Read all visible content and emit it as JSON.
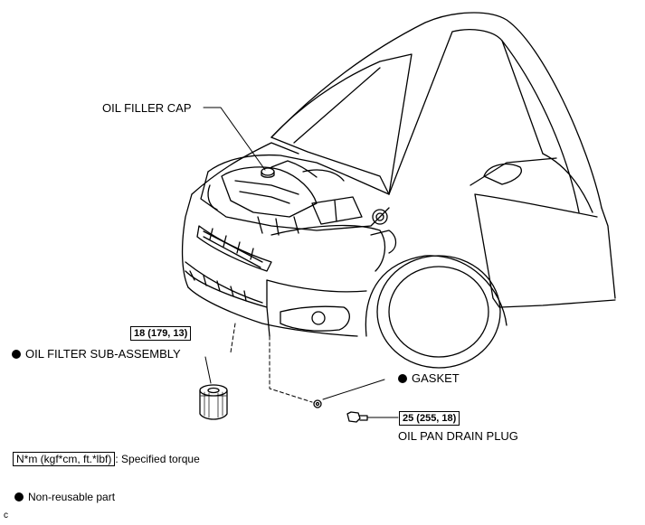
{
  "labels": {
    "oil_filler_cap": "OIL FILLER CAP",
    "oil_filter": "OIL FILTER SUB-ASSEMBLY",
    "gasket": "GASKET",
    "drain_plug": "OIL PAN DRAIN PLUG"
  },
  "torques": {
    "oil_filter": "18 (179, 13)",
    "drain_plug": "25 (255, 18)"
  },
  "legend": {
    "torque_units": "N*m (kgf*cm, ft.*lbf)",
    "torque_desc": ": Specified torque",
    "nonreusable": "Non-reusable part"
  },
  "corner_code": "c",
  "icons": {
    "nonreusable_marker": "filled-circle-icon"
  }
}
